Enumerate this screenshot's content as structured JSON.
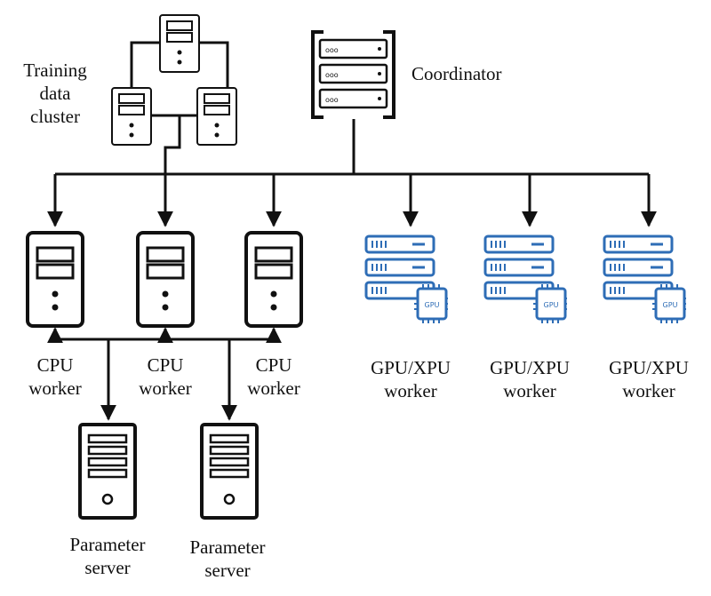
{
  "colors": {
    "line": "#111111",
    "gpu_blue": "#2e6db6"
  },
  "labels": {
    "training_cluster": [
      "Training",
      "data",
      "cluster"
    ],
    "coordinator": "Coordinator",
    "cpu_worker": [
      "CPU",
      "worker"
    ],
    "gpu_worker": [
      "GPU/XPU",
      "worker"
    ],
    "parameter_server": [
      "Parameter",
      "server"
    ],
    "gpu_chip": "GPU"
  },
  "icons": {
    "coordinator": "rack-server-icon",
    "training_server": "tower-server-icon",
    "cpu_worker": "tower-server-icon",
    "gpu_worker": "gpu-server-icon",
    "parameter_server": "tower-server-icon"
  }
}
